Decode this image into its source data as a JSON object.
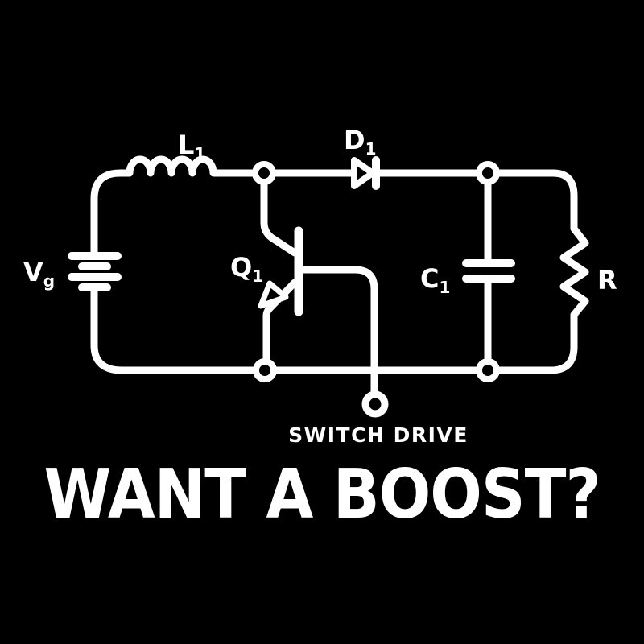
{
  "colors": {
    "background": "#000000",
    "line": "#ffffff"
  },
  "schematic": {
    "kind": "boost-converter-circuit",
    "labels": {
      "inductor": {
        "main": "L",
        "sub": "1"
      },
      "diode": {
        "main": "D",
        "sub": "1"
      },
      "source": {
        "main": "V",
        "sub": "g"
      },
      "transistor": {
        "main": "Q",
        "sub": "1"
      },
      "capacitor": {
        "main": "C",
        "sub": "1"
      },
      "resistor": {
        "main": "R",
        "sub": ""
      },
      "switch_drive": "SWITCH DRIVE"
    }
  },
  "caption": "WANT A BOOST?"
}
